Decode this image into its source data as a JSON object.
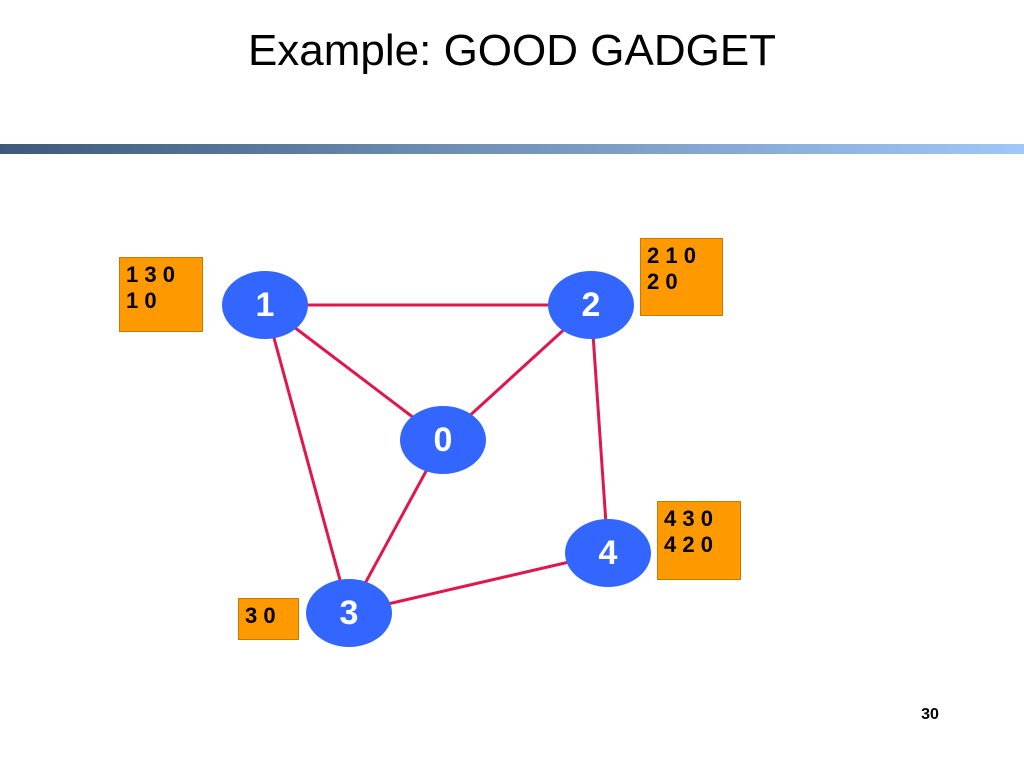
{
  "title": "Example: GOOD GADGET",
  "page_number": "30",
  "colors": {
    "node": "#3366ff",
    "edge": "#e0174a",
    "box": "#ff9900"
  },
  "nodes": [
    {
      "id": "0",
      "label": "0"
    },
    {
      "id": "1",
      "label": "1"
    },
    {
      "id": "2",
      "label": "2"
    },
    {
      "id": "3",
      "label": "3"
    },
    {
      "id": "4",
      "label": "4"
    }
  ],
  "edges": [
    {
      "from": "1",
      "to": "2"
    },
    {
      "from": "1",
      "to": "0"
    },
    {
      "from": "2",
      "to": "0"
    },
    {
      "from": "1",
      "to": "3"
    },
    {
      "from": "0",
      "to": "3"
    },
    {
      "from": "2",
      "to": "4"
    },
    {
      "from": "4",
      "to": "3"
    }
  ],
  "path_boxes": [
    {
      "node": "1",
      "lines": [
        "1 3 0",
        "1 0"
      ]
    },
    {
      "node": "2",
      "lines": [
        "2 1 0",
        "2 0"
      ]
    },
    {
      "node": "4",
      "lines": [
        "4 3 0",
        "4 2 0"
      ]
    },
    {
      "node": "3",
      "lines": [
        "3 0"
      ]
    }
  ]
}
